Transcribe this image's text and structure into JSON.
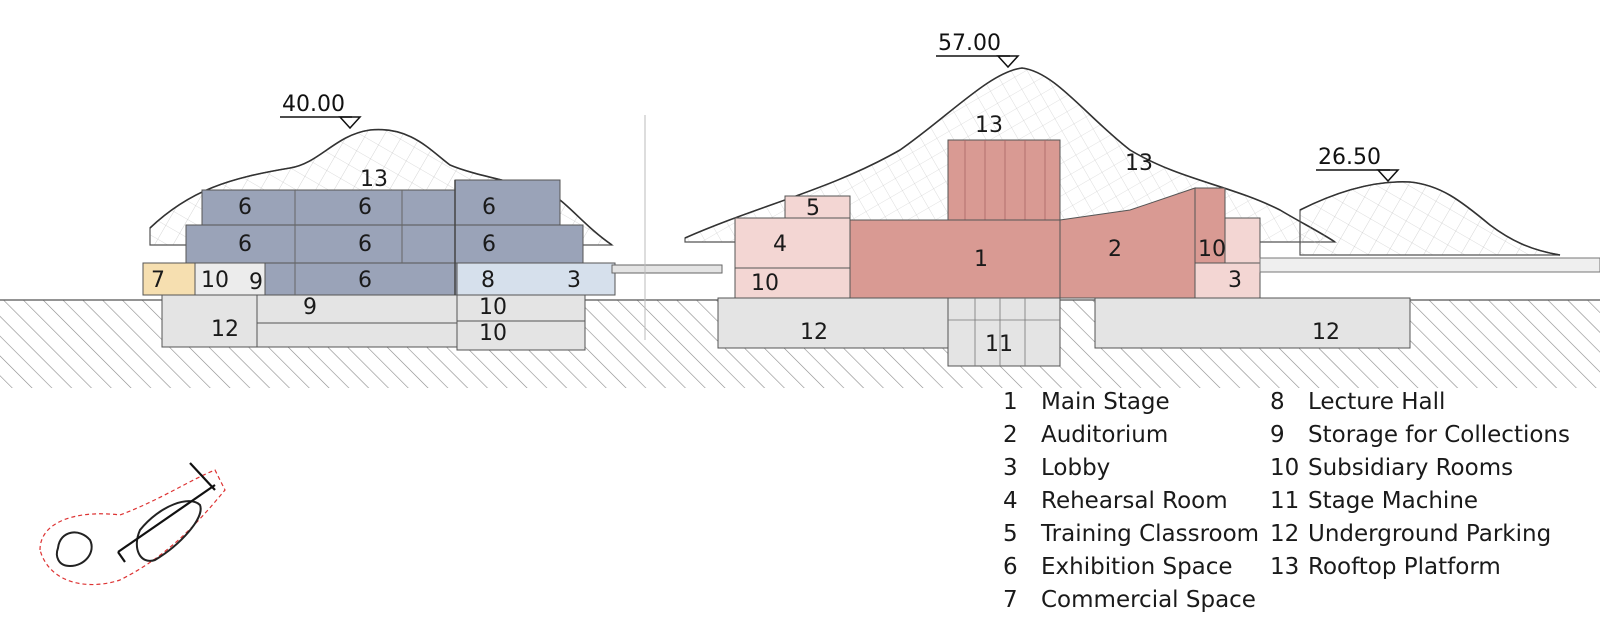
{
  "elevations": {
    "left": "40.00",
    "center": "57.00",
    "right": "26.50"
  },
  "room_labels": {
    "r1": "1",
    "r2": "2",
    "r3": "3",
    "r4": "4",
    "r5": "5",
    "r6": "6",
    "r7": "7",
    "r8": "8",
    "r9": "9",
    "r10": "10",
    "r11": "11",
    "r12": "12",
    "r13": "13"
  },
  "legend": [
    {
      "num": "1",
      "text": "Main Stage"
    },
    {
      "num": "2",
      "text": "Auditorium"
    },
    {
      "num": "3",
      "text": "Lobby"
    },
    {
      "num": "4",
      "text": "Rehearsal Room"
    },
    {
      "num": "5",
      "text": "Training Classroom"
    },
    {
      "num": "6",
      "text": "Exhibition Space"
    },
    {
      "num": "7",
      "text": "Commercial Space"
    },
    {
      "num": "8",
      "text": "Lecture Hall"
    },
    {
      "num": "9",
      "text": "Storage for Collections"
    },
    {
      "num": "10",
      "text": "Subsidiary Rooms"
    },
    {
      "num": "11",
      "text": "Stage Machine"
    },
    {
      "num": "12",
      "text": "Underground Parking"
    },
    {
      "num": "13",
      "text": "Rooftop Platform"
    }
  ],
  "colors": {
    "exhibition_blue": "#9aa3b8",
    "light_blue": "#d6e0ec",
    "commercial_yellow": "#f6dfb0",
    "main_red": "#d99a93",
    "pink": "#f3d6d3",
    "grey_fill": "#e4e4e4",
    "ground_hatch": "#8a8a8a"
  }
}
